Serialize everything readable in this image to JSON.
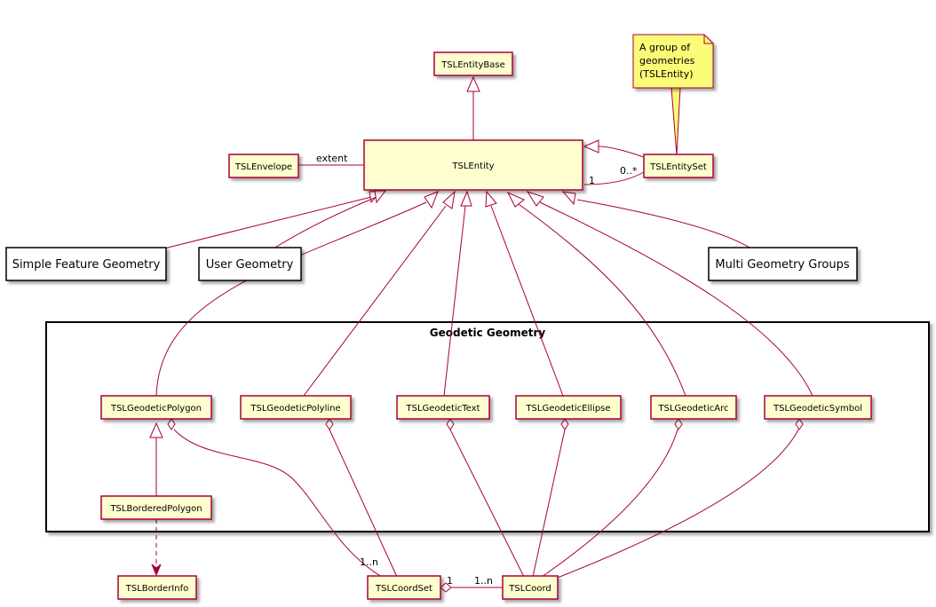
{
  "classes": {
    "entity_base": "TSLEntityBase",
    "entity": "TSLEntity",
    "envelope": "TSLEnvelope",
    "entity_set": "TSLEntitySet",
    "geodetic_polygon": "TSLGeodeticPolygon",
    "geodetic_polyline": "TSLGeodeticPolyline",
    "geodetic_text": "TSLGeodeticText",
    "geodetic_ellipse": "TSLGeodeticEllipse",
    "geodetic_arc": "TSLGeodeticArc",
    "geodetic_symbol": "TSLGeodeticSymbol",
    "bordered_polygon": "TSLBorderedPolygon",
    "border_info": "TSLBorderInfo",
    "coord_set": "TSLCoordSet",
    "coord": "TSLCoord"
  },
  "groups": {
    "simple_feature": "Simple Feature Geometry",
    "user_geometry": "User Geometry",
    "multi_geometry": "Multi Geometry Groups"
  },
  "package": {
    "title": "Geodetic Geometry"
  },
  "note": {
    "lines": [
      "A group of",
      "geometries",
      "(TSLEntity)"
    ],
    "color": "#FBFB77"
  },
  "labels": {
    "extent": "extent",
    "set_one": "1",
    "set_many": "0..*",
    "coordset_many": "1..n",
    "coord_one": "1",
    "coord_many": "1..n"
  },
  "colors": {
    "line": "#A80036",
    "class_fill": "#FEFECE"
  }
}
